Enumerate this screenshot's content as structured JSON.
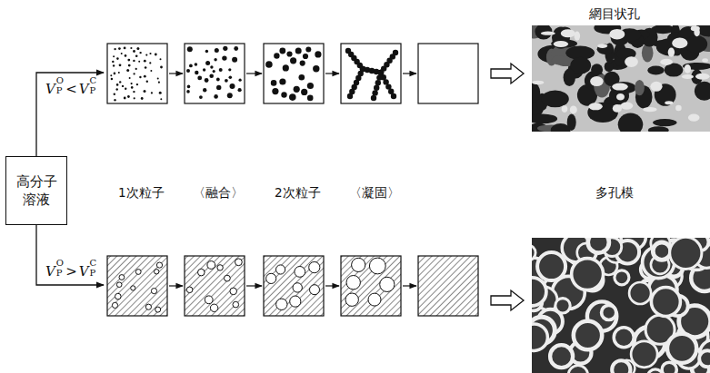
{
  "diagram": {
    "nodes": [
      {
        "text": [
          "高分子 溶液"
        ]
      }
    ],
    "labels": [
      "網目状孔",
      "V",
      "P",
      "O",
      "<",
      "V",
      "P",
      "C",
      "1次粒子",
      "〈融合〉",
      "2次粒子",
      "〈凝固〉",
      "多孔模",
      "V",
      "P",
      "O",
      ">",
      "V",
      "P",
      "C"
    ]
  }
}
